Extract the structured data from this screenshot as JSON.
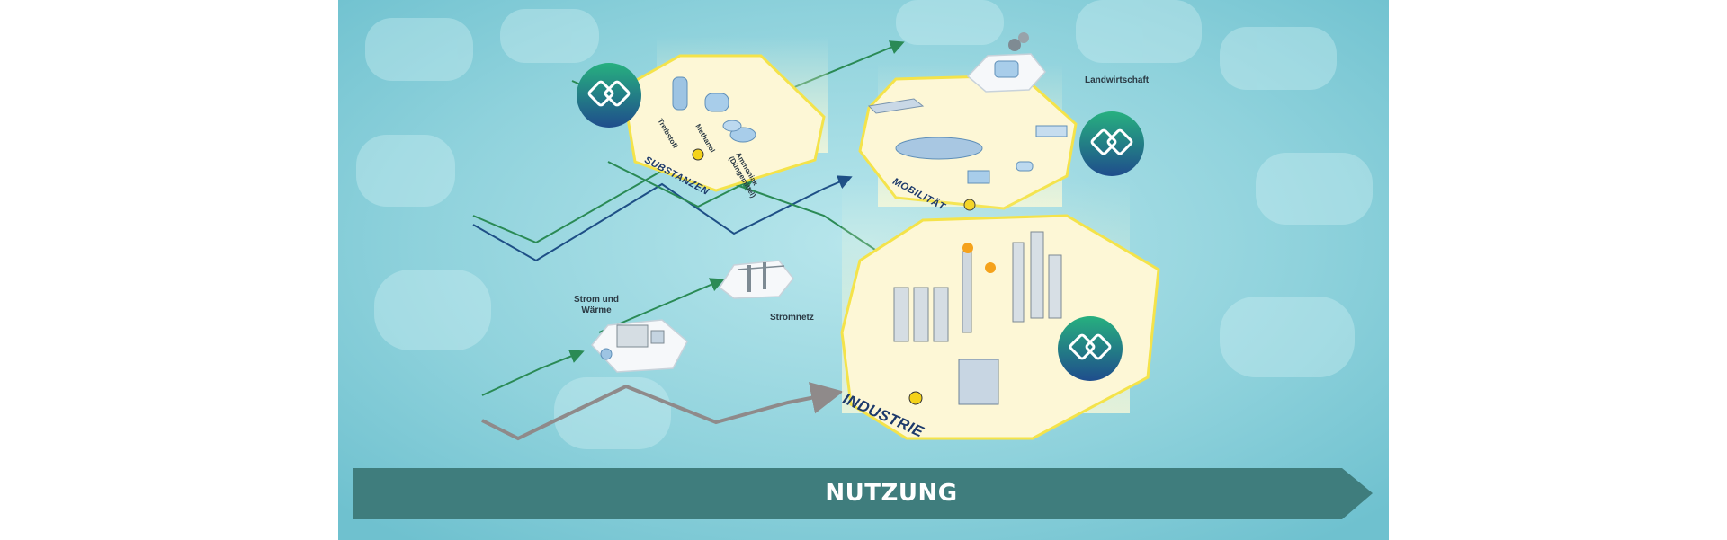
{
  "banner": {
    "label": "NUTZUNG"
  },
  "zones": {
    "substanzen": "SUBSTANZEN",
    "mobilitaet": "MOBILITÄT",
    "industrie": "INDUSTRIE"
  },
  "substances": {
    "item1": "Treibstoff",
    "item2": "Methanol",
    "item3_line1": "Ammoniak",
    "item3_line2": "(Düngemittel)"
  },
  "labels": {
    "landwirtschaft": "Landwirtschaft",
    "strom_line1": "Strom und",
    "strom_line2": "Wärme",
    "stromnetz": "Stromnetz"
  },
  "colors": {
    "background": "#8fd3dc",
    "banner": "#3f7d7d",
    "green_line": "#2a8a55",
    "blue_line": "#1e4f86",
    "grey_line": "#8f8a8a",
    "zone_fill": "#fdf7d6",
    "zone_border": "#f4e34a"
  },
  "icons": [
    "hydrogen-chain-icon",
    "ex-hazard-icon"
  ]
}
